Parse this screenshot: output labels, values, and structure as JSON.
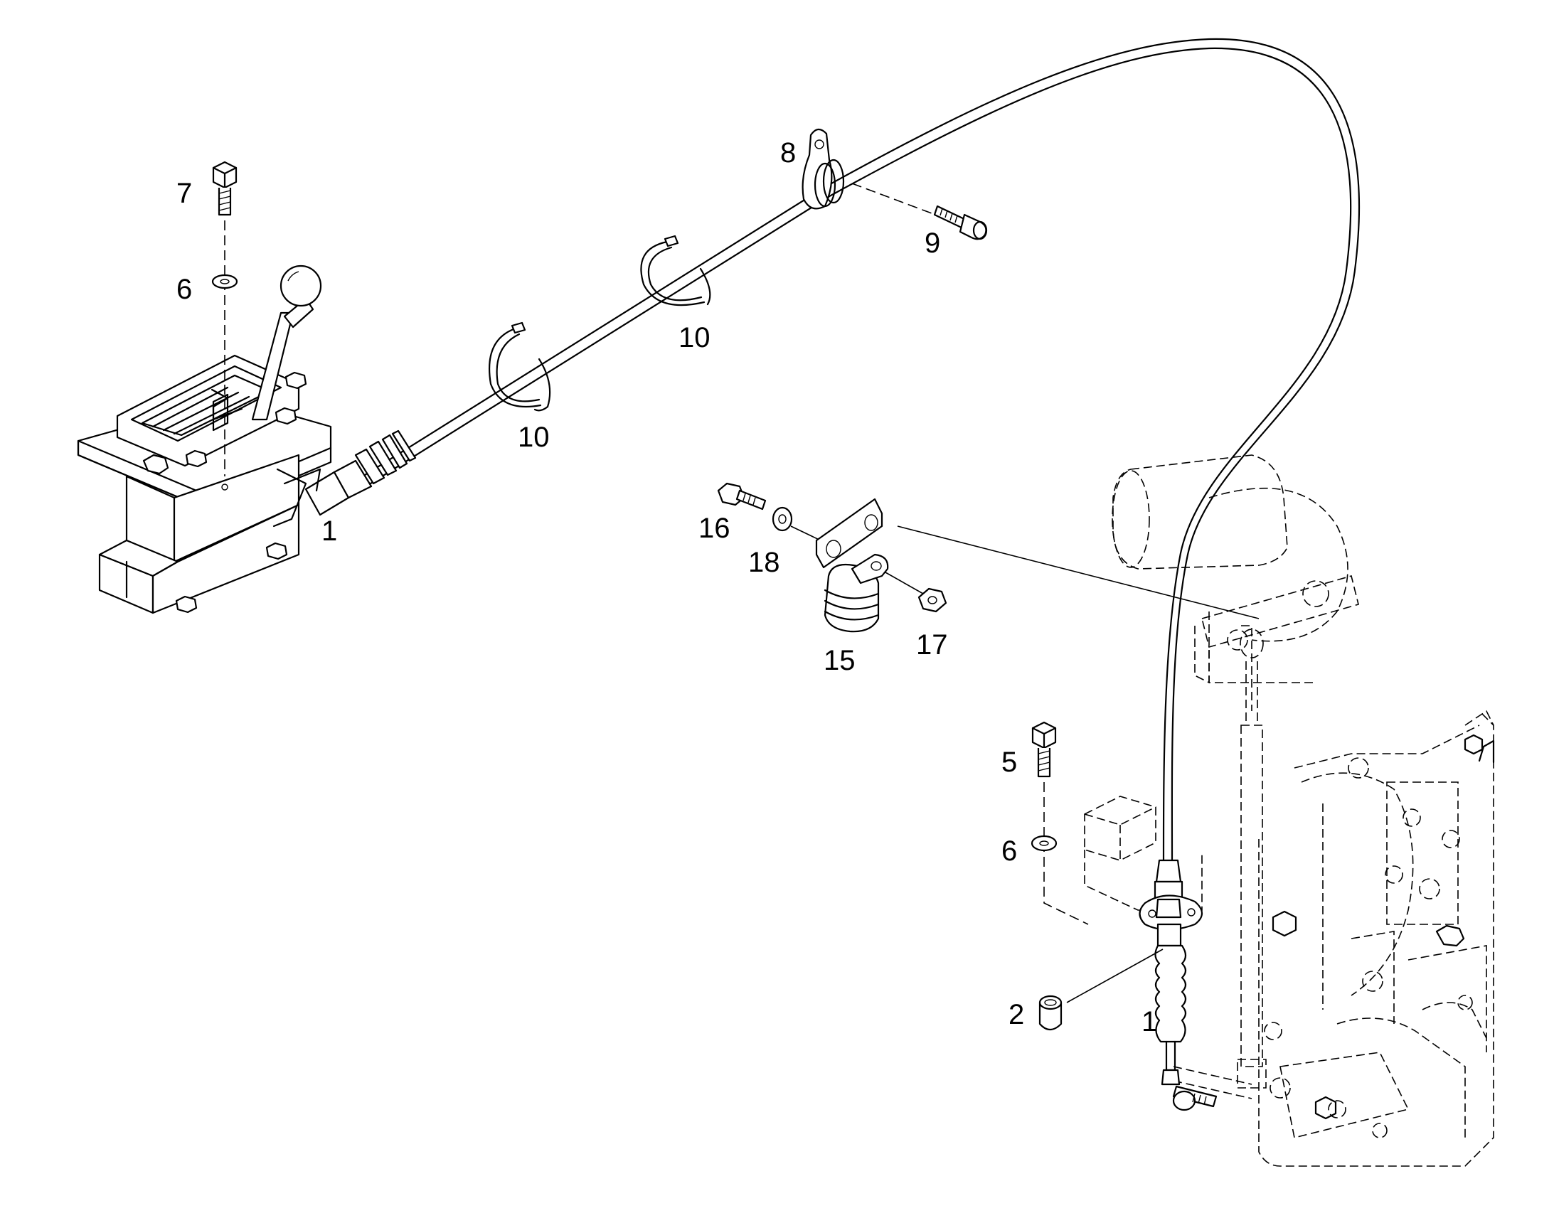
{
  "callouts": [
    {
      "id": "c7",
      "text": "7"
    },
    {
      "id": "c6a",
      "text": "6"
    },
    {
      "id": "c1a",
      "text": "1"
    },
    {
      "id": "c10a",
      "text": "10"
    },
    {
      "id": "c10b",
      "text": "10"
    },
    {
      "id": "c8",
      "text": "8"
    },
    {
      "id": "c9",
      "text": "9"
    },
    {
      "id": "c16",
      "text": "16"
    },
    {
      "id": "c18",
      "text": "18"
    },
    {
      "id": "c15",
      "text": "15"
    },
    {
      "id": "c17",
      "text": "17"
    },
    {
      "id": "c5",
      "text": "5"
    },
    {
      "id": "c6b",
      "text": "6"
    },
    {
      "id": "c2",
      "text": "2"
    },
    {
      "id": "c1b",
      "text": "1"
    }
  ]
}
